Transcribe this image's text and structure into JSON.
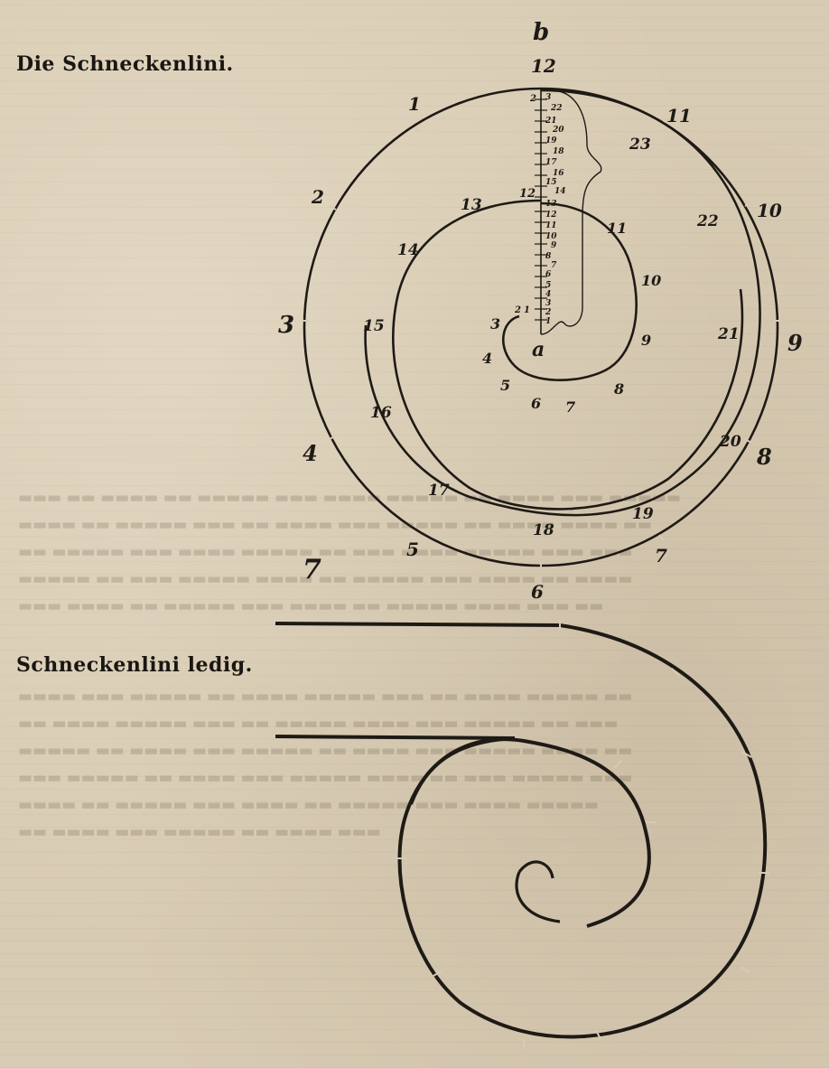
{
  "page": {
    "folio_letter": "b",
    "figure1_title": "Die Schneckenlini.",
    "figure2_title": "Schneckenlini ledig.",
    "background_color": "#d8cbb3",
    "ink_color": "#1e1a15"
  },
  "figure1": {
    "center_label": "a",
    "outer_ring_labels": [
      "12",
      "1",
      "2",
      "3",
      "4",
      "5",
      "6",
      "7",
      "7",
      "8",
      "9",
      "10",
      "11"
    ],
    "second_ring_labels": [
      "13",
      "14",
      "15",
      "16",
      "17",
      "18",
      "19",
      "20",
      "21",
      "22",
      "23"
    ],
    "inner_ring_labels": [
      "11",
      "10",
      "9",
      "8",
      "7",
      "6",
      "5",
      "4",
      "3"
    ],
    "scale_labels_right": [
      "3",
      "22",
      "21",
      "20",
      "19",
      "18",
      "17",
      "16",
      "15",
      "14",
      "13",
      "12",
      "11",
      "10",
      "9",
      "8",
      "7",
      "6",
      "5",
      "4",
      "3",
      "2",
      "1"
    ],
    "scale_labels_left": [
      "2",
      "12",
      "2",
      "1"
    ]
  },
  "figure2": {
    "description": "unlabeled spiral with tick divisions"
  }
}
